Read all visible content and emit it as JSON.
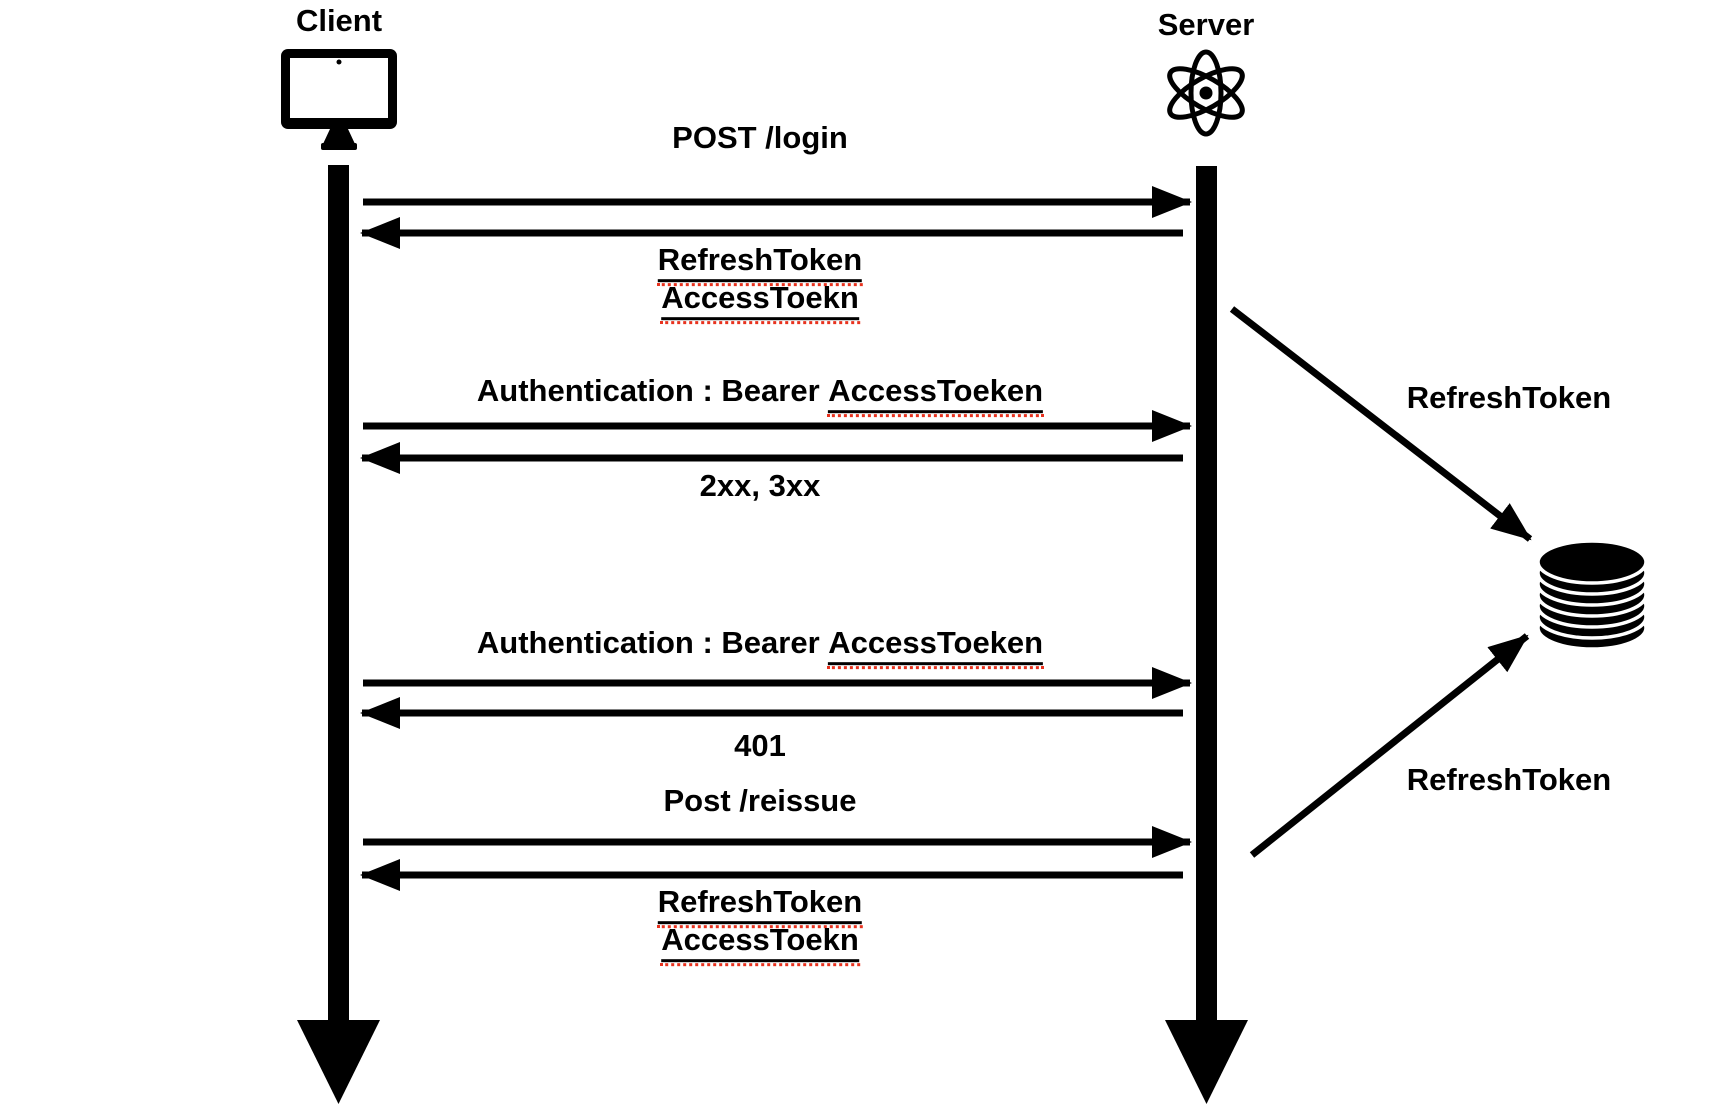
{
  "colors": {
    "ink": "#000000",
    "background": "#ffffff",
    "spellcheck_underline": "#e8321e"
  },
  "actors": {
    "client": {
      "name": "Client",
      "icon": "monitor-icon"
    },
    "server": {
      "name": "Server",
      "icon": "atom-icon"
    }
  },
  "messages": [
    {
      "direction": "client-to-server",
      "label": "POST /login"
    },
    {
      "direction": "server-to-client",
      "lines": [
        "RefreshToken",
        "AccessToekn"
      ]
    },
    {
      "direction": "client-to-server",
      "prefix": "Authentication : Bearer",
      "token": "AccessToeken"
    },
    {
      "direction": "server-to-client",
      "label": "2xx, 3xx"
    },
    {
      "direction": "client-to-server",
      "prefix": "Authentication : Bearer",
      "token": "AccessToeken"
    },
    {
      "direction": "server-to-client",
      "label": "401"
    },
    {
      "direction": "client-to-server",
      "label": "Post /reissue"
    },
    {
      "direction": "server-to-client",
      "lines": [
        "RefreshToken",
        "AccessToekn"
      ]
    }
  ],
  "database_notes": [
    {
      "label": "RefreshToken",
      "direction": "server-to-database"
    },
    {
      "label": "RefreshToken",
      "direction": "server-to-database"
    }
  ],
  "database": {
    "icon": "database-icon"
  }
}
